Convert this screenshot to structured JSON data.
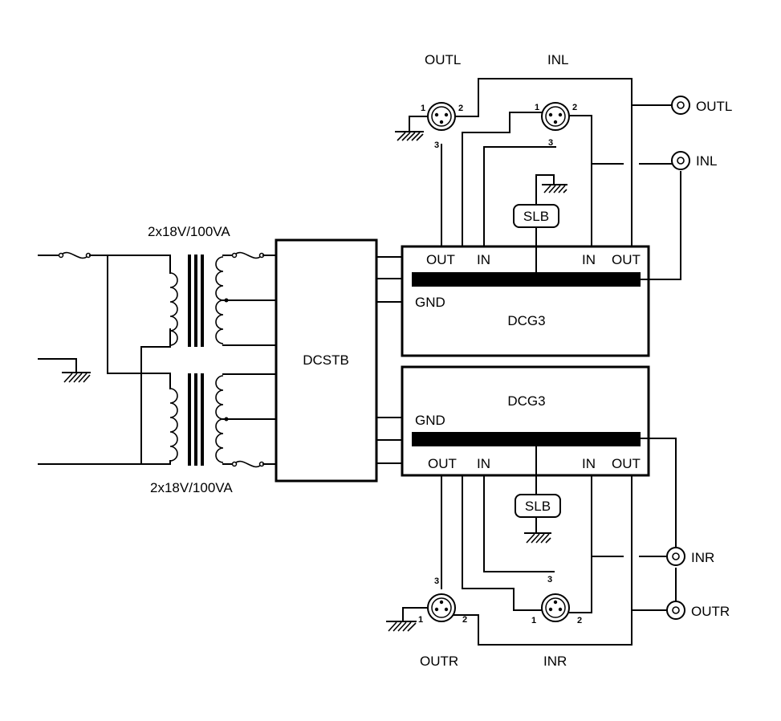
{
  "transformers": {
    "upper_label": "2x18V/100VA",
    "lower_label": "2x18V/100VA"
  },
  "blocks": {
    "supply": "DCSTB",
    "upper_module": "DCG3",
    "lower_module": "DCG3"
  },
  "module_pins": {
    "out": "OUT",
    "in": "IN",
    "gnd": "GND"
  },
  "slb": {
    "upper": "SLB",
    "lower": "SLB"
  },
  "xlr_labels": {
    "outl": "OUTL",
    "inl": "INL",
    "outr": "OUTR",
    "inr": "INR"
  },
  "xlr_pins": {
    "p1": "1",
    "p2": "2",
    "p3": "3"
  },
  "rca_labels": {
    "outl": "OUTL",
    "inl": "INL",
    "inr": "INR",
    "outr": "OUTR"
  }
}
